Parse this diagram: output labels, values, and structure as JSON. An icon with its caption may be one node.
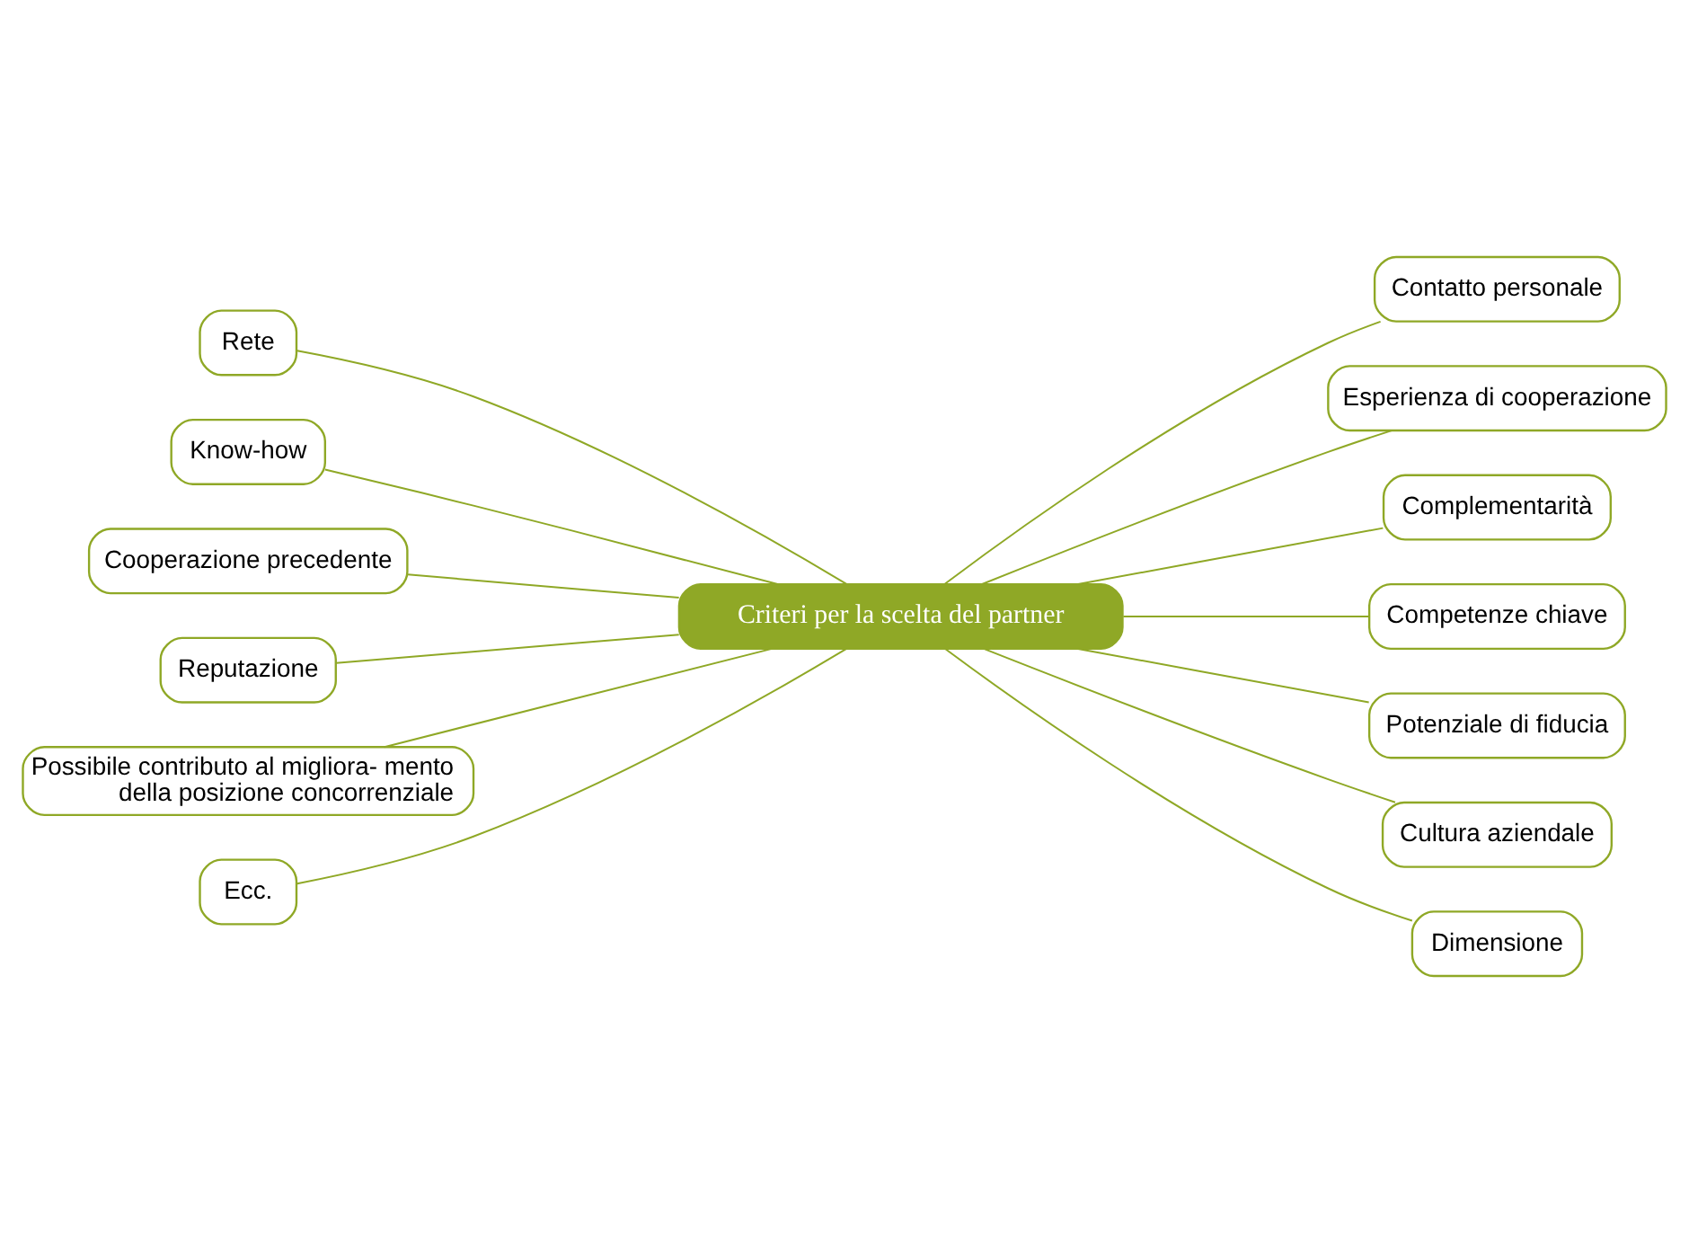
{
  "diagram": {
    "nodes": [
      {
        "text": [
          "Criteri per la scelta del partner"
        ]
      },
      {
        "text": [
          "Rete"
        ]
      },
      {
        "text": [
          "Know-how"
        ]
      },
      {
        "text": [
          "Cooperazione precedente"
        ]
      },
      {
        "text": [
          "Reputazione"
        ]
      },
      {
        "text": [
          "Possibile contributo al migliora- mento della posizione concorrenziale"
        ]
      },
      {
        "text": [
          "Ecc."
        ]
      },
      {
        "text": [
          "Contatto personale"
        ]
      },
      {
        "text": [
          "Esperienza di cooperazione"
        ]
      },
      {
        "text": [
          "Complementarità"
        ]
      },
      {
        "text": [
          "Competenze chiave"
        ]
      },
      {
        "text": [
          "Potenziale di fiducia"
        ]
      },
      {
        "text": [
          "Cultura aziendale"
        ]
      },
      {
        "text": [
          "Dimensione"
        ]
      }
    ],
    "edges": [
      {
        "from": 1,
        "to": 0,
        "arrow": "none"
      },
      {
        "from": 2,
        "to": 0,
        "arrow": "none"
      },
      {
        "from": 3,
        "to": 0,
        "arrow": "none"
      },
      {
        "from": 4,
        "to": 0,
        "arrow": "none"
      },
      {
        "from": 5,
        "to": 0,
        "arrow": "none"
      },
      {
        "from": 6,
        "to": 0,
        "arrow": "none"
      },
      {
        "from": 0,
        "to": 7,
        "arrow": "none"
      },
      {
        "from": 0,
        "to": 8,
        "arrow": "none"
      },
      {
        "from": 0,
        "to": 9,
        "arrow": "none"
      },
      {
        "from": 0,
        "to": 10,
        "arrow": "none"
      },
      {
        "from": 0,
        "to": 11,
        "arrow": "none"
      },
      {
        "from": 0,
        "to": 12,
        "arrow": "none"
      },
      {
        "from": 0,
        "to": 13,
        "arrow": "none"
      }
    ]
  }
}
